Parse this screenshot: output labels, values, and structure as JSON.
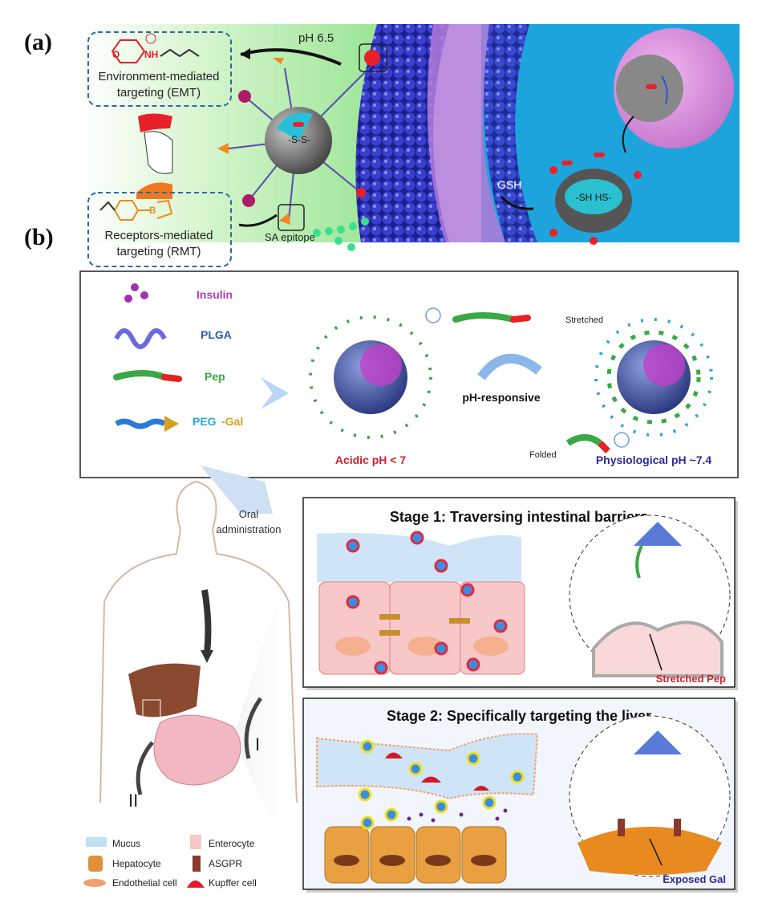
{
  "panel_a": {
    "label": "(a)",
    "ph_label": "pH 6.5",
    "emt_line1": "Environment-mediated",
    "emt_line2": "targeting (EMT)",
    "rmt_line1": "Receptors-mediated",
    "rmt_line2": "targeting (RMT)",
    "sa_epitope": "SA epitope",
    "gsh": "GSH",
    "disulfide": "-S-S-",
    "thiol": "-SH HS-",
    "chem_o": "O",
    "chem_nh": "NH",
    "chem_b": "B"
  },
  "panel_b": {
    "label": "(b)",
    "legend_top": [
      {
        "label": "Insulin",
        "color": "#b040b8"
      },
      {
        "label": "PLGA",
        "color": "#2a5db0"
      },
      {
        "label": "Pep",
        "color": "#3aa845"
      },
      {
        "label_a": "PEG",
        "label_b": "-Gal",
        "color_a": "#2aa6e0",
        "color_b": "#d4a020"
      }
    ],
    "stretched": "Stretched",
    "folded": "Folded",
    "ph_responsive": "pH-responsive",
    "acidic": "Acidic pH < 7",
    "physiological": "Physiological pH ~7.4",
    "oral_line1": "Oral",
    "oral_line2": "administration",
    "route_1": "I",
    "route_2": "II",
    "stage1_title": "Stage 1: Traversing intestinal barriers",
    "stage1_note": "Stretched Pep",
    "stage2_title": "Stage 2: Specifically targeting the liver",
    "stage2_note": "Exposed Gal",
    "legend": [
      {
        "label": "Mucus"
      },
      {
        "label": "Enterocyte"
      },
      {
        "label": "Hepatocyte"
      },
      {
        "label": "ASGPR"
      },
      {
        "label": "Endothelial cell"
      },
      {
        "label": "Kupffer cell"
      }
    ]
  }
}
